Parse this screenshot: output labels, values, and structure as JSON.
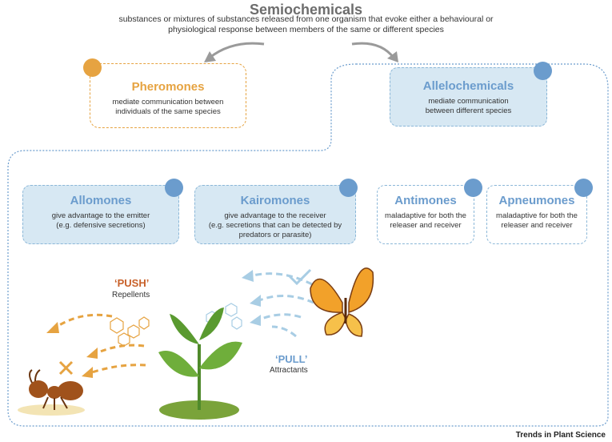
{
  "header": {
    "title": "Semiochemicals",
    "subtitle": "substances or mixtures of substances released from one organism that evoke either a behavioural or physiological response between members of the same or different species"
  },
  "pheromones": {
    "title": "Pheromones",
    "desc_line1": "mediate communication between",
    "desc_line2": "individuals of the same species"
  },
  "allelochemicals": {
    "title": "Allelochemicals",
    "desc_line1": "mediate communication",
    "desc_line2": "between different species"
  },
  "allomones": {
    "title": "Allomones",
    "desc_line1": "give advantage to the emitter",
    "desc_line2": "(e.g. defensive secretions)"
  },
  "kairomones": {
    "title": "Kairomones",
    "desc_line1": "give advantage to the receiver",
    "desc_line2": "(e.g. secretions that can be detected by",
    "desc_line3": "predators or parasite)"
  },
  "antimones": {
    "title": "Antimones",
    "desc_line1": "maladaptive for both the",
    "desc_line2": "releaser and receiver"
  },
  "apneumones": {
    "title": "Apneumones",
    "desc_line1": "maladaptive for both the",
    "desc_line2": "releaser and receiver"
  },
  "push": {
    "label": "‘PUSH’",
    "sub": "Repellents"
  },
  "pull": {
    "label": "‘PULL’",
    "sub": "Attractants"
  },
  "footer": {
    "credit": "Trends in Plant Science"
  },
  "colors": {
    "orange": "#e6a341",
    "blue": "#6b9ccd",
    "box_fill": "#d7e8f3",
    "push_red": "#c8612a"
  }
}
